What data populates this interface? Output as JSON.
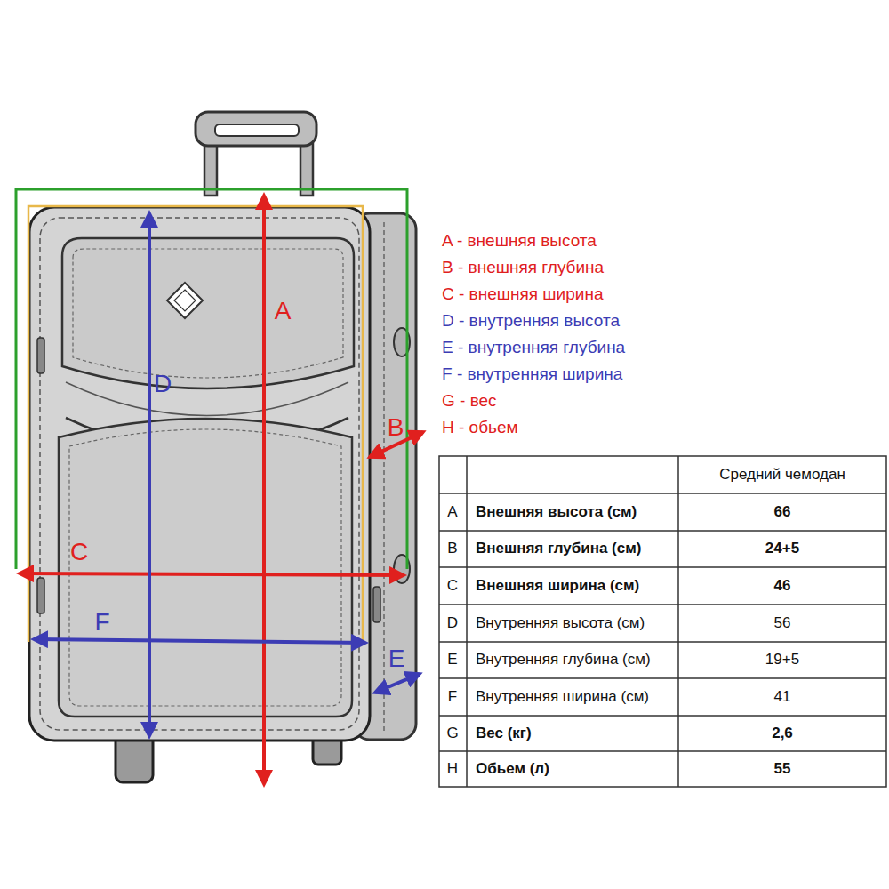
{
  "diagram": {
    "labels": [
      "A",
      "D",
      "B",
      "C",
      "F",
      "E",
      "A - внешняя высота",
      "B - внешняя глубина",
      "C - внешняя ширина",
      "D - внутренняя высота",
      "E - внутренняя глубина",
      "F - внутренняя ширина",
      "G - вес",
      "H - обьем",
      "Средний чемодан",
      "A",
      "Внешняя высота (см)",
      "66",
      "B",
      "Внешняя глубина (см)",
      "24+5",
      "C",
      "Внешняя ширина (см)",
      "46",
      "D",
      "Внутренняя высота (см)",
      "56",
      "E",
      "Внутренняя глубина (см)",
      "19+5",
      "F",
      "Внутренняя ширина (см)",
      "41",
      "G",
      "Вес (кг)",
      "2,6",
      "H",
      "Обьем (л)",
      "55"
    ]
  }
}
